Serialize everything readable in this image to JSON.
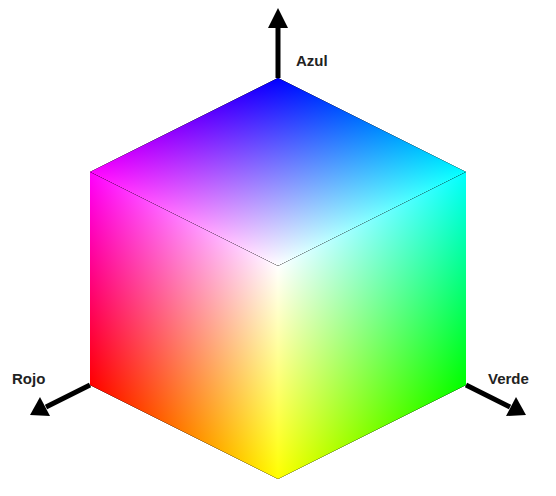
{
  "diagram": {
    "labels": [
      "Azul",
      "Rojo",
      "Verde"
    ]
  }
}
